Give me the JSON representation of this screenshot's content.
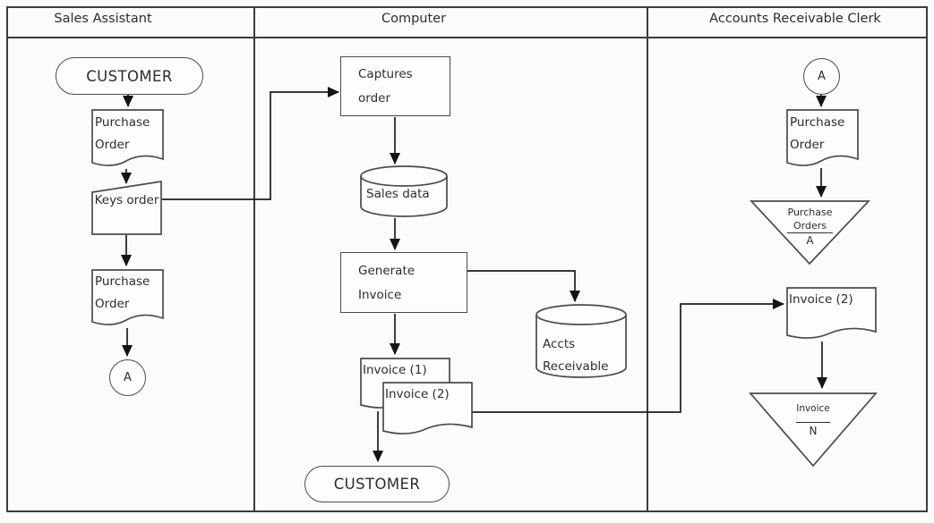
{
  "colors": {
    "background": "#fbfbfb",
    "line": "#3c3c3c",
    "text": "#2d2d2d"
  },
  "lanes": [
    {
      "title": "Sales Assistant"
    },
    {
      "title": "Computer"
    },
    {
      "title": "Accounts Receivable Clerk"
    }
  ],
  "nodes": {
    "customer_start": {
      "label": "CUSTOMER"
    },
    "po_doc_1": {
      "label": "Purchase Order"
    },
    "keys_order": {
      "label": "Keys order"
    },
    "po_doc_2": {
      "label": "Purchase Order"
    },
    "connector_a_sales": {
      "label": "A"
    },
    "captures_order": {
      "label": "Captures order"
    },
    "sales_data": {
      "label": "Sales data"
    },
    "generate_invoice": {
      "label": "Generate Invoice"
    },
    "accts_receivable": {
      "label": "Accts Receivable"
    },
    "invoice_1": {
      "label": "Invoice (1)"
    },
    "invoice_2": {
      "label": "Invoice (2)"
    },
    "customer_end": {
      "label": "CUSTOMER"
    },
    "connector_a_clerk": {
      "label": "A"
    },
    "po_doc_3": {
      "label": "Purchase Order"
    },
    "po_file": {
      "line1": "Purchase",
      "line2": "Orders",
      "line3": "A"
    },
    "invoice_2_copy": {
      "label": "Invoice (2)"
    },
    "invoice_file": {
      "line1": "Invoice",
      "line2": "N"
    }
  }
}
